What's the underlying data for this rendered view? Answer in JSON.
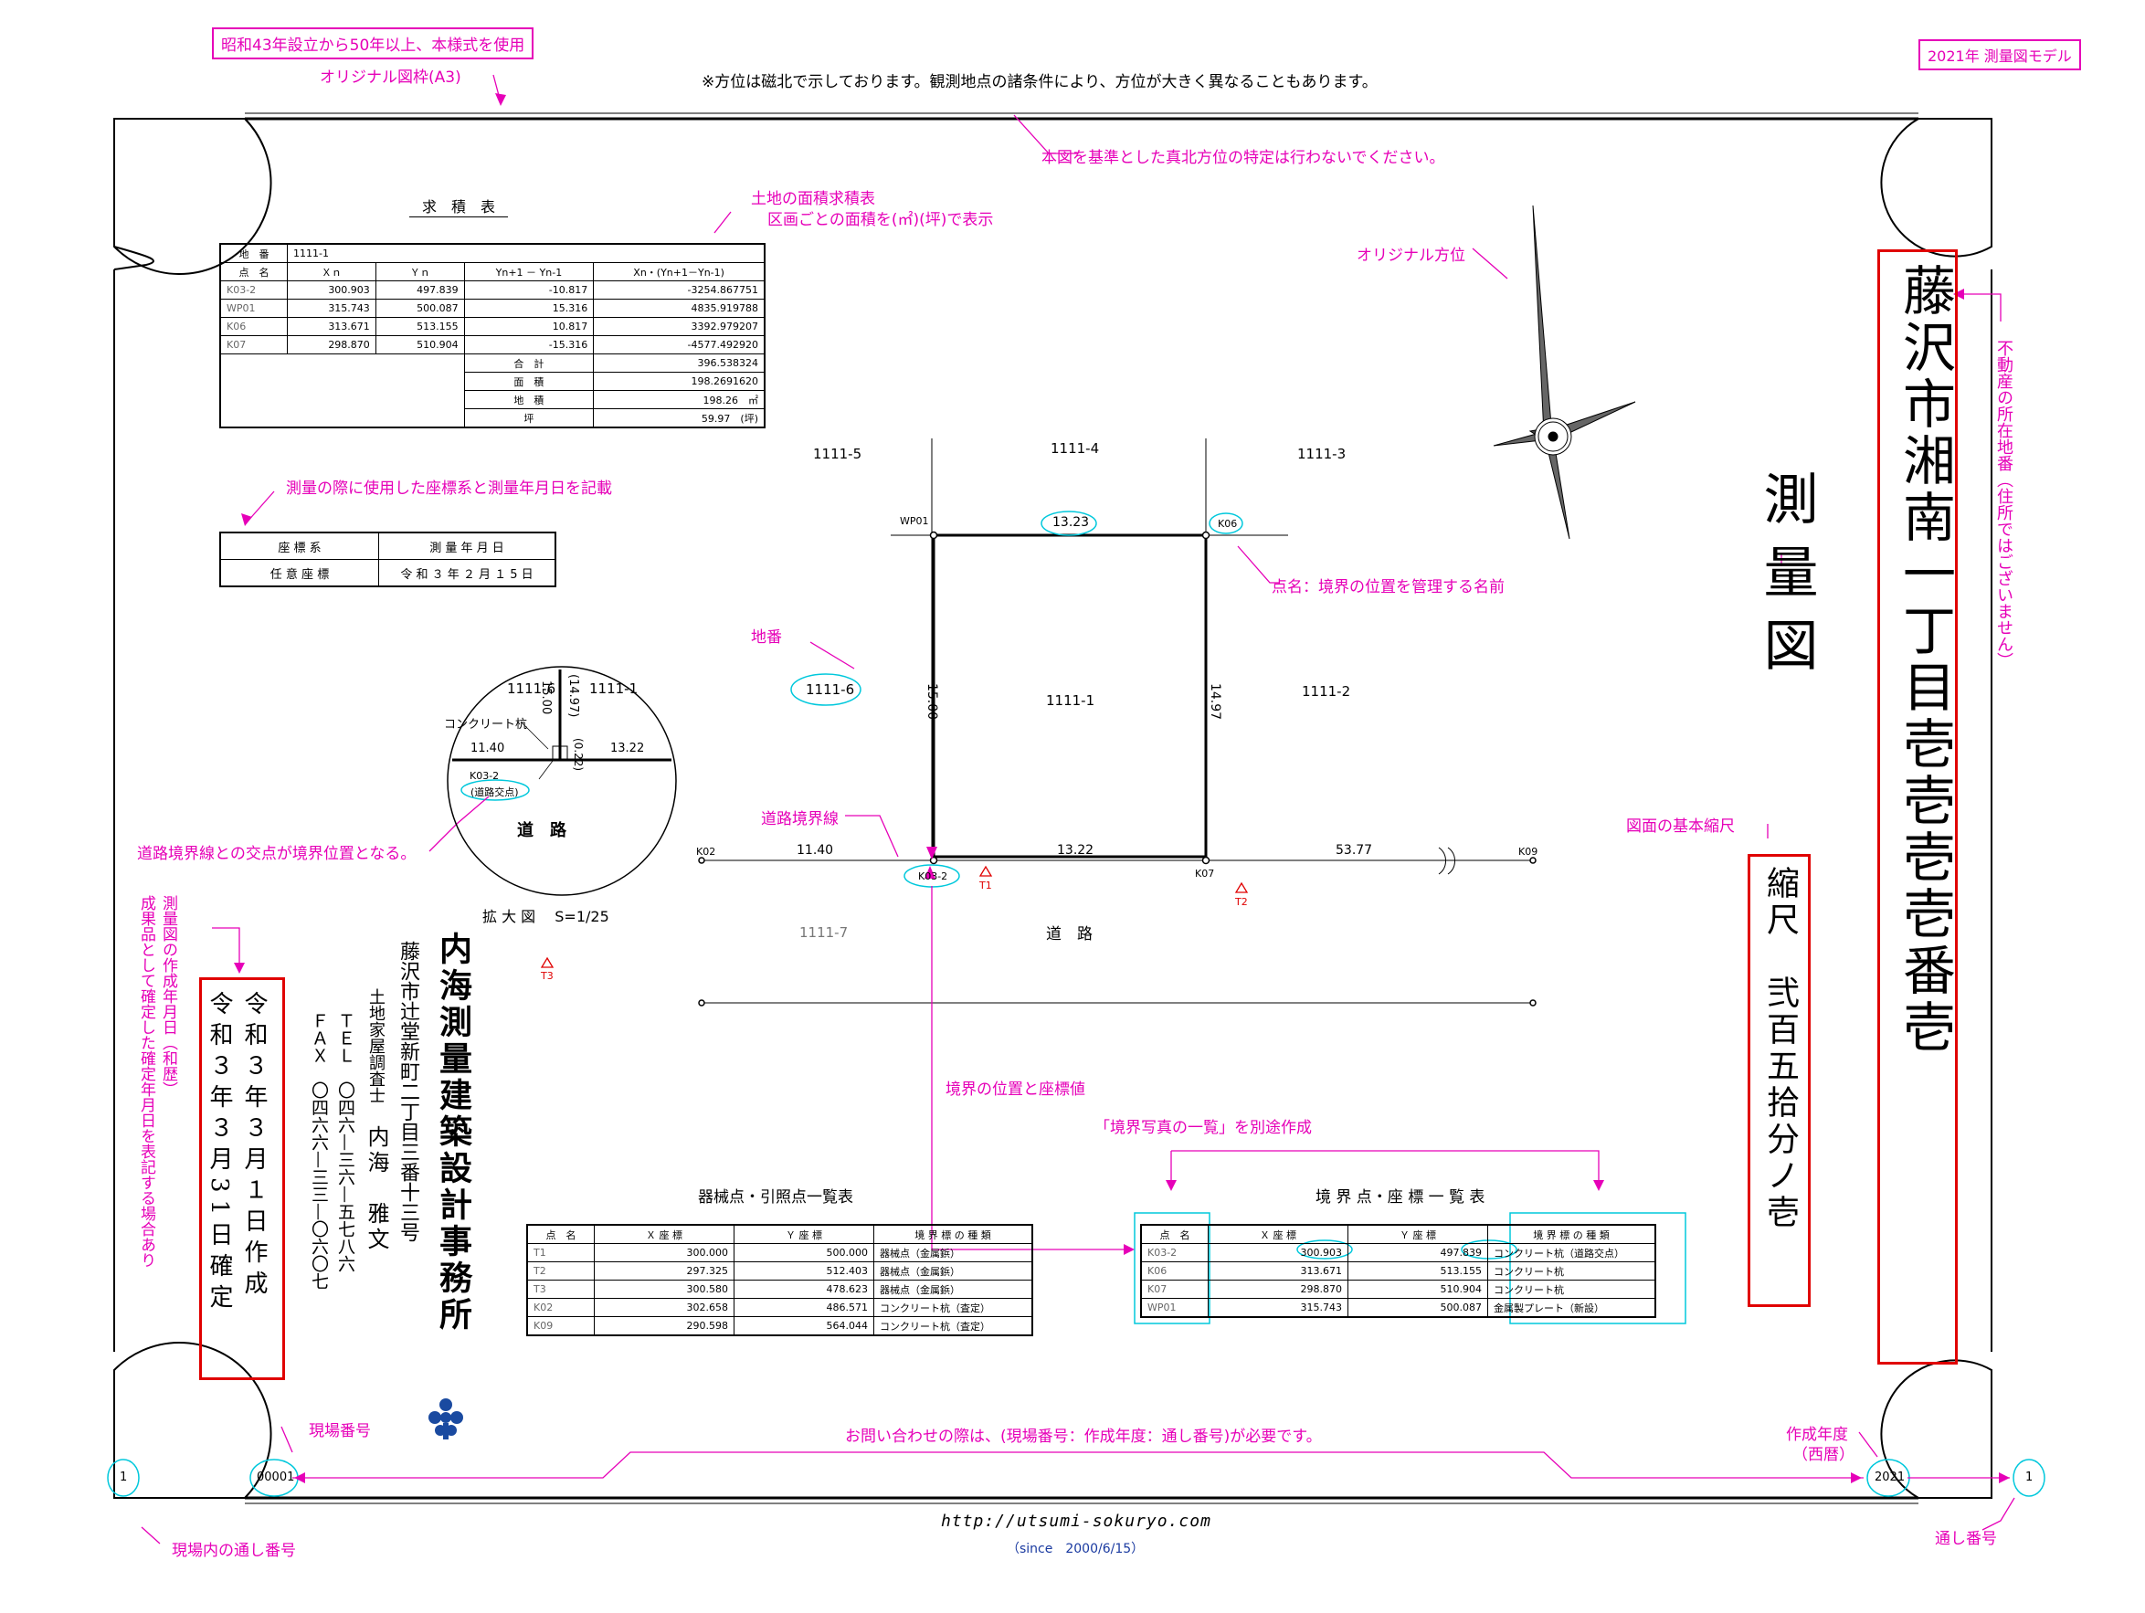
{
  "top": {
    "established_note": "昭和43年設立から50年以上、本様式を使用",
    "model_year": "2021年  測量図モデル",
    "north_note": "※方位は磁北で示しております。観測地点の諸条件により、方位が大きく異なることもあります。",
    "frame_label": "オリジナル図枠(A3)",
    "true_north_note": "本図を基準とした真北方位の特定は行わないでください。"
  },
  "annotations": {
    "area_table_1": "土地の面積求積表",
    "area_table_2": "区画ごとの面積を(㎡)(坪)で表示",
    "compass": "オリジナル方位",
    "coord_note": "測量の際に使用した座標系と測量年月日を記載",
    "parcel_no": "地番",
    "point_name": "点名：境界の位置を管理する名前",
    "road_line": "道路境界線",
    "road_intersect": "道路境界線との交点が境界位置となる。",
    "scale_note": "図面の基本縮尺",
    "location_note": "不動産の所在地番（住所ではございません）",
    "created_date_note": "測量図の作成年月日（和歴）",
    "confirmed_note": "成果品として確定した確定年月日を表記する場合あり",
    "boundary_coord": "境界の位置と座標値",
    "photo_list": "「境界写真の一覧」を別途作成",
    "site_no": "現場番号",
    "inquiry": "お問い合わせの際は、(現場番号：作成年度：通し番号)が必要です。",
    "year_label_1": "作成年度",
    "year_label_2": "（西暦）",
    "serial_in_site": "現場内の通し番号",
    "serial_no": "通し番号"
  },
  "area_table": {
    "title": "求　積　表",
    "parcel_label": "地　番",
    "parcel_value": "1111-1",
    "headers": [
      "点　名",
      "Ｘｎ",
      "Ｙｎ",
      "Yn+1 － Yn-1",
      "Xn・(Yn+1－Yn-1)"
    ],
    "rows": [
      [
        "K03-2",
        "300.903",
        "497.839",
        "-10.817",
        "-3254.867751"
      ],
      [
        "WP01",
        "315.743",
        "500.087",
        "15.316",
        "4835.919788"
      ],
      [
        "K06",
        "313.671",
        "513.155",
        "10.817",
        "3392.979207"
      ],
      [
        "K07",
        "298.870",
        "510.904",
        "-15.316",
        "-4577.492920"
      ]
    ],
    "sum_label": "合　計",
    "sum_value": "396.538324",
    "area_label": "面　積",
    "area_value": "198.2691620",
    "land_label": "地　積",
    "land_value": "198.26　㎡",
    "tsubo_label": "坪",
    "tsubo_value": "59.97　(坪)"
  },
  "coord_table": {
    "h1": "座 標 系",
    "h2": "測 量 年 月 日",
    "v1": "任 意 座 標",
    "v2": "令 和 ３ 年 ２ 月 １ 5 日"
  },
  "plan": {
    "parcels": {
      "p1111_5": "1111-5",
      "p1111_4": "1111-4",
      "p1111_3": "1111-3",
      "p1111_6": "1111-6",
      "p1111_1": "1111-1",
      "p1111_2": "1111-2",
      "p1111_7": "1111-7"
    },
    "points": {
      "wp01": "WP01",
      "k06": "K06",
      "k03_2": "K03-2",
      "k07": "K07",
      "k02": "K02",
      "k09": "K09",
      "t1": "T1",
      "t2": "T2",
      "t3": "T3"
    },
    "dims": {
      "top": "13.23",
      "left": "15.00",
      "right": "14.97",
      "bottom": "13.22",
      "road_left": "11.40",
      "road_right": "53.77"
    },
    "road": "道　路"
  },
  "detail": {
    "p1111_6": "1111-6",
    "p1111_1": "1111-1",
    "d1500": "15.00",
    "d1497": "(14.97)",
    "d022": "(0.22)",
    "d1140": "11.40",
    "d1322": "13.22",
    "pile": "コンクリート杭",
    "point": "K03-2",
    "intersect": "(道路交点)",
    "road": "道　路",
    "caption": "拡 大 図　 S=1/25"
  },
  "office": {
    "name": "内海測量建築設計事務所",
    "address": "藤沢市辻堂新町二丁目三番十三号",
    "license": "土地家屋調査士",
    "person": "内海　雅文",
    "tel": "ＴＥＬ　〇四六—三六—五七八六",
    "fax": "ＦＡＸ　〇四六六—三三—〇六〇七"
  },
  "dates": {
    "created": "令和３年３月１日作成",
    "confirmed": "令和３年３月31日確定"
  },
  "title": {
    "main": "測量図",
    "location": "藤沢市湘南一丁目壱壱壱壱番壱",
    "scale": "縮尺　弐百五拾分ノ壱"
  },
  "instrument_table": {
    "title": "器械点・引照点一覧表",
    "headers": [
      "点　名",
      "Ｘ 座 標",
      "Ｙ 座 標",
      "境 界 標 の 種 類"
    ],
    "rows": [
      [
        "T1",
        "300.000",
        "500.000",
        "器械点（金属鋲）"
      ],
      [
        "T2",
        "297.325",
        "512.403",
        "器械点（金属鋲）"
      ],
      [
        "T3",
        "300.580",
        "478.623",
        "器械点（金属鋲）"
      ],
      [
        "K02",
        "302.658",
        "486.571",
        "コンクリート杭（査定）"
      ],
      [
        "K09",
        "290.598",
        "564.044",
        "コンクリート杭（査定）"
      ]
    ]
  },
  "boundary_table": {
    "title": "境 界 点・座 標 一 覧 表",
    "headers": [
      "点　名",
      "Ｘ 座 標",
      "Ｙ 座 標",
      "境 界 標 の 種 類"
    ],
    "rows": [
      [
        "K03-2",
        "300.903",
        "497.839",
        "コンクリート杭（道路交点）"
      ],
      [
        "K06",
        "313.671",
        "513.155",
        "コンクリート杭"
      ],
      [
        "K07",
        "298.870",
        "510.904",
        "コンクリート杭"
      ],
      [
        "WP01",
        "315.743",
        "500.087",
        "金属製プレート（新設）"
      ]
    ]
  },
  "bottom": {
    "serial_left": "1",
    "site_no": "00001",
    "year": "2021",
    "serial_right": "1",
    "url": "http://utsumi-sokuryo.com",
    "since": "（since　2000/6/15）"
  },
  "colors": {
    "annotation": "#e600b8",
    "cyan": "#00c8dc",
    "red_frame": "#e00000"
  }
}
